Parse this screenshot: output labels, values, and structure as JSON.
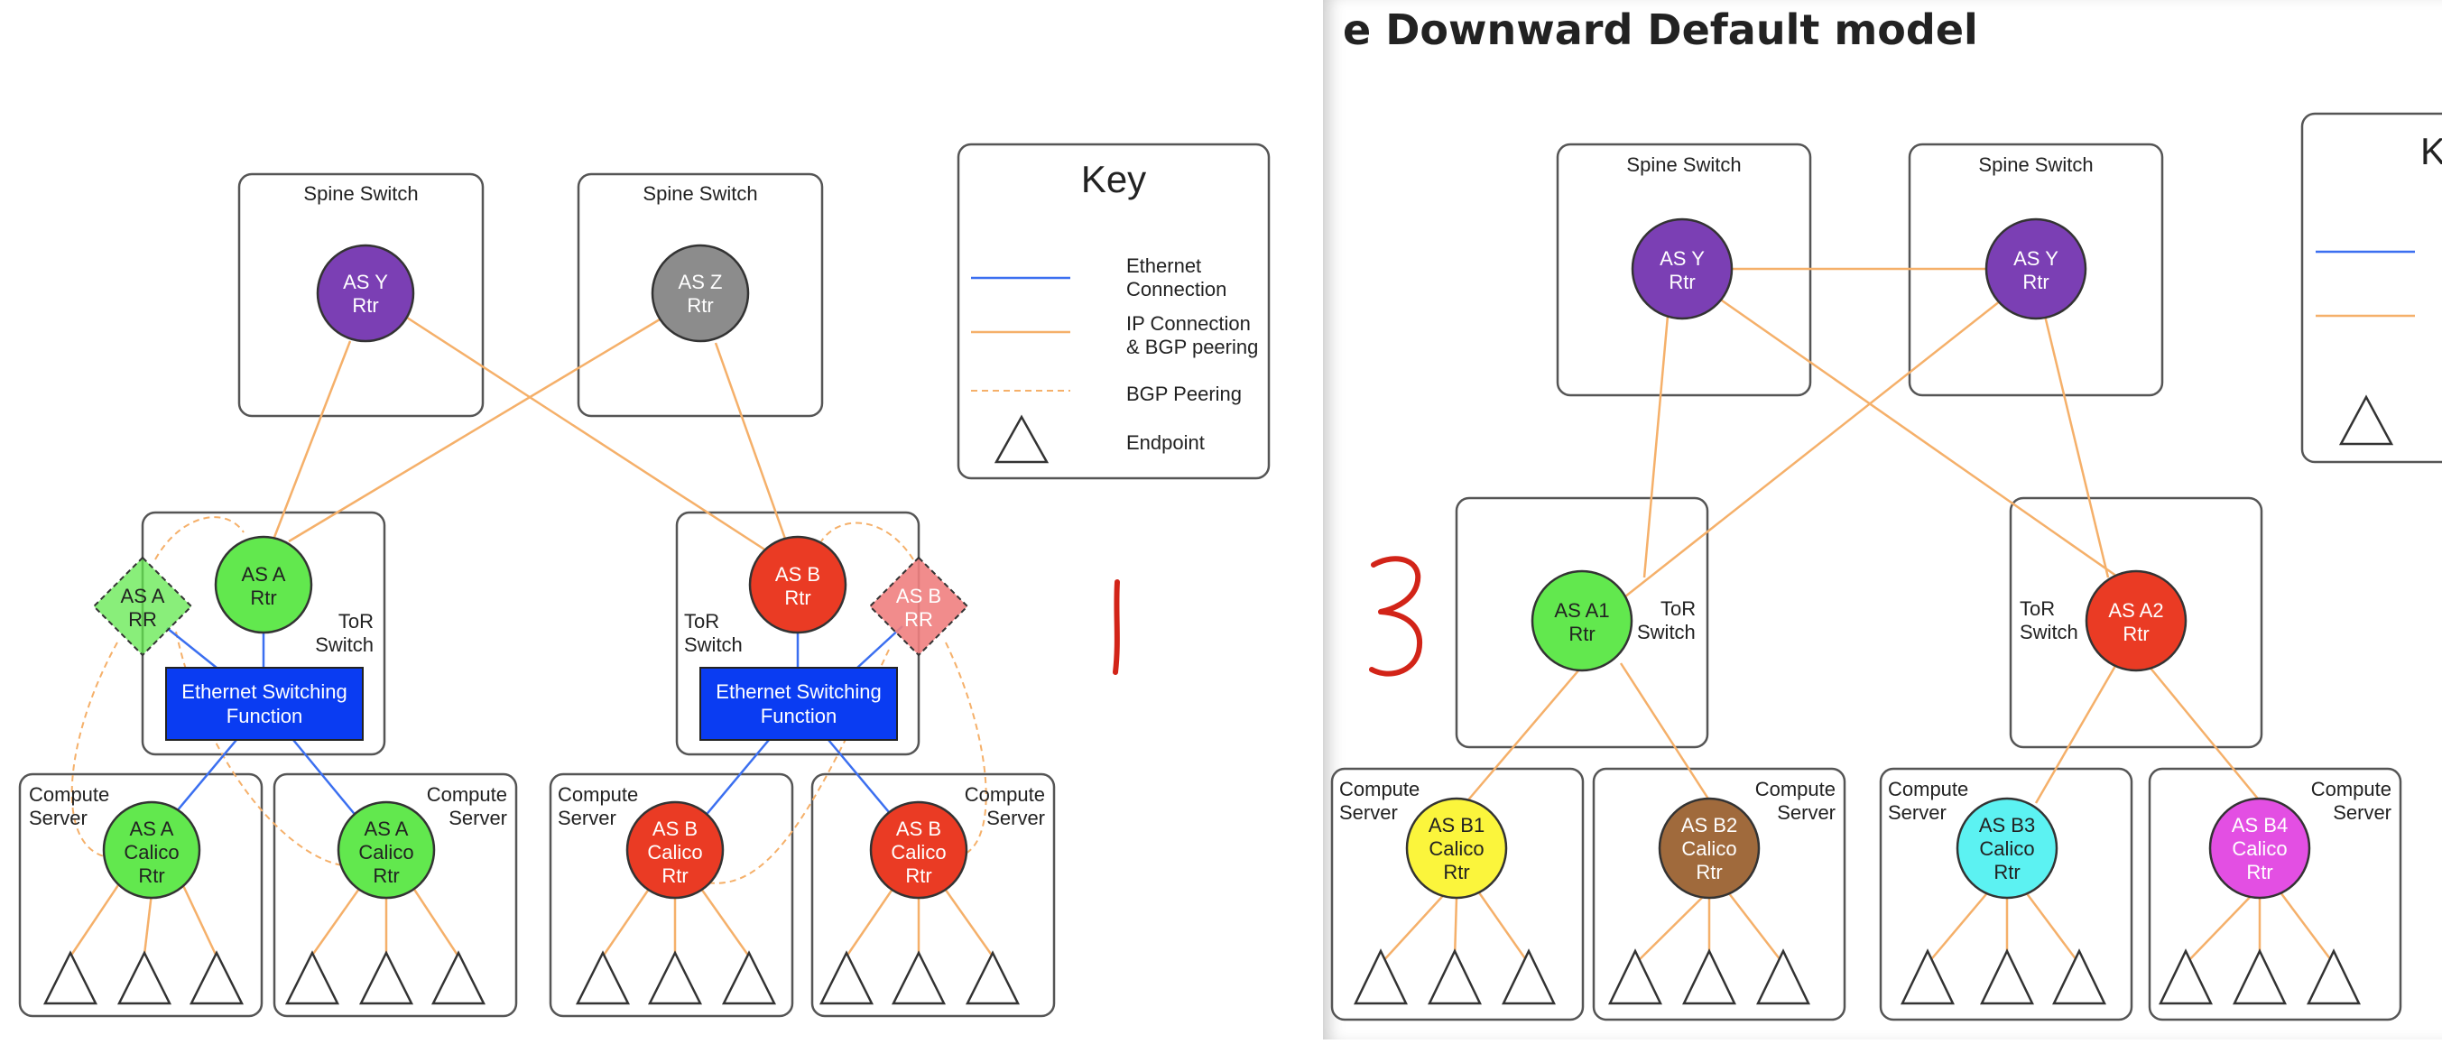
{
  "colors": {
    "ethernet": "#3b6ff0",
    "ip": "#f5b06a",
    "purple": "#7b3fb4",
    "gray": "#8c8c8c",
    "green": "#62e84e",
    "red": "#ea3b24",
    "pink_rr": "#f08080",
    "blue_box": "#0a3cf2",
    "yellow": "#fbf53c",
    "brown": "#a06a3c",
    "cyan": "#5cf2f2",
    "magenta": "#e34fe3",
    "annotation": "#d22418"
  },
  "left": {
    "spine1": {
      "label": "Spine Switch",
      "router": [
        "AS Y",
        "Rtr"
      ]
    },
    "spine2": {
      "label": "Spine Switch",
      "router": [
        "AS Z",
        "Rtr"
      ]
    },
    "tor1": {
      "label": [
        "ToR",
        "Switch"
      ],
      "router": [
        "AS A",
        "Rtr"
      ],
      "rr": [
        "AS A",
        "RR"
      ],
      "esf": [
        "Ethernet Switching",
        "Function"
      ]
    },
    "tor2": {
      "label": [
        "ToR",
        "Switch"
      ],
      "router": [
        "AS B",
        "Rtr"
      ],
      "rr": [
        "AS B",
        "RR"
      ],
      "esf": [
        "Ethernet Switching",
        "Function"
      ]
    },
    "compute": [
      {
        "label": [
          "Compute",
          "Server"
        ],
        "router": [
          "AS A",
          "Calico",
          "Rtr"
        ]
      },
      {
        "label": [
          "Compute",
          "Server"
        ],
        "router": [
          "AS A",
          "Calico",
          "Rtr"
        ]
      },
      {
        "label": [
          "Compute",
          "Server"
        ],
        "router": [
          "AS B",
          "Calico",
          "Rtr"
        ]
      },
      {
        "label": [
          "Compute",
          "Server"
        ],
        "router": [
          "AS B",
          "Calico",
          "Rtr"
        ]
      }
    ],
    "key": {
      "title": "Key",
      "ethernet": [
        "Ethernet",
        "Connection"
      ],
      "ip": [
        "IP Connection",
        "& BGP peering"
      ],
      "bgp": "BGP Peering",
      "endpoint": "Endpoint"
    },
    "annotation": "|"
  },
  "right": {
    "title": "e Downward Default model",
    "spine1": {
      "label": "Spine Switch",
      "router": [
        "AS Y",
        "Rtr"
      ]
    },
    "spine2": {
      "label": "Spine Switch",
      "router": [
        "AS Y",
        "Rtr"
      ]
    },
    "tor1": {
      "label": [
        "ToR",
        "Switch"
      ],
      "router": [
        "AS A1",
        "Rtr"
      ]
    },
    "tor2": {
      "label": [
        "ToR",
        "Switch"
      ],
      "router": [
        "AS A2",
        "Rtr"
      ]
    },
    "compute": [
      {
        "label": [
          "Compute",
          "Server"
        ],
        "router": [
          "AS B1",
          "Calico",
          "Rtr"
        ]
      },
      {
        "label": [
          "Compute",
          "Server"
        ],
        "router": [
          "AS B2",
          "Calico",
          "Rtr"
        ]
      },
      {
        "label": [
          "Compute",
          "Server"
        ],
        "router": [
          "AS B3",
          "Calico",
          "Rtr"
        ]
      },
      {
        "label": [
          "Compute",
          "Server"
        ],
        "router": [
          "AS B4",
          "Calico",
          "Rtr"
        ]
      }
    ],
    "key_title_partial": "K",
    "annotation": "3"
  }
}
